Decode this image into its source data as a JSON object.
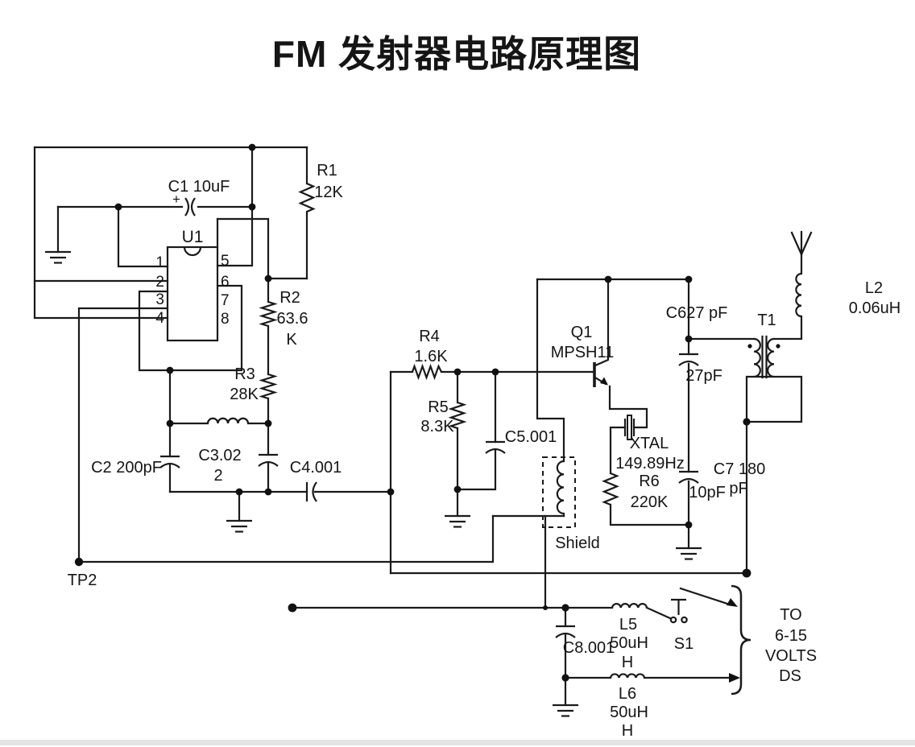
{
  "title": "FM 发射器电路原理图",
  "ic": {
    "ref": "U1",
    "pins": {
      "p1": "1",
      "p2": "2",
      "p3": "3",
      "p4": "4",
      "p5": "5",
      "p6": "6",
      "p7": "7",
      "p8": "8"
    }
  },
  "resistors": {
    "r1": {
      "ref": "R1",
      "value": "12K"
    },
    "r2": {
      "ref": "R2",
      "value": "63.6",
      "value2": "K"
    },
    "r3": {
      "ref": "R3",
      "value": "28K"
    },
    "r4": {
      "ref": "R4",
      "value": "1.6K"
    },
    "r5": {
      "ref": "R5",
      "value": "8.3K"
    },
    "r6": {
      "ref": "R6",
      "value": "220K"
    }
  },
  "capacitors": {
    "c1": {
      "label": "C1 10uF",
      "polarity": "+"
    },
    "c2": {
      "label": "C2 200pF"
    },
    "c3": {
      "label": "C3.02",
      "label2": "2"
    },
    "c4": {
      "label": "C4.001"
    },
    "c5": {
      "label": "C5.001"
    },
    "c6": {
      "label": "C627 pF",
      "value": "27pF"
    },
    "c7": {
      "label": "C7 180",
      "label2": "pF",
      "value": "10pF"
    },
    "c8": {
      "label": "C8.001"
    }
  },
  "inductors": {
    "l2": {
      "ref": "L2",
      "value": "0.06uH"
    },
    "l5": {
      "ref": "L5",
      "value": "50uH",
      "value2": "H"
    },
    "l6": {
      "ref": "L6",
      "value": "50uH",
      "value2": "H"
    }
  },
  "transistor": {
    "ref": "Q1",
    "part": "MPSH11"
  },
  "crystal": {
    "ref": "XTAL",
    "freq": "149.89Hz"
  },
  "transformer": {
    "ref": "T1"
  },
  "switch": {
    "ref": "S1"
  },
  "misc": {
    "shield": "Shield",
    "tp2": "TP2"
  },
  "supply": {
    "line1": "TO",
    "line2": "6-15",
    "line3": "VOLTS",
    "line4": "DS"
  }
}
